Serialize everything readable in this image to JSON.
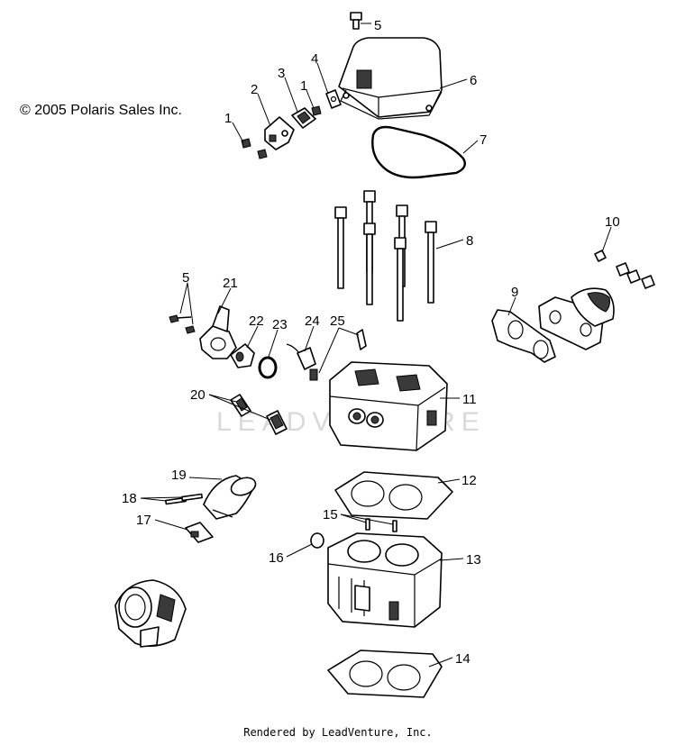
{
  "copyright": "© 2005 Polaris Sales Inc.",
  "footer": "Rendered by LeadVenture, Inc.",
  "watermark": "LEADVENTURE",
  "callouts": [
    {
      "id": "c5a",
      "text": "5"
    },
    {
      "id": "c6",
      "text": "6"
    },
    {
      "id": "c4",
      "text": "4"
    },
    {
      "id": "c3",
      "text": "3"
    },
    {
      "id": "c2",
      "text": "2"
    },
    {
      "id": "c1a",
      "text": "1"
    },
    {
      "id": "c1b",
      "text": "1"
    },
    {
      "id": "c7",
      "text": "7"
    },
    {
      "id": "c8",
      "text": "8"
    },
    {
      "id": "c10",
      "text": "10"
    },
    {
      "id": "c9",
      "text": "9"
    },
    {
      "id": "c5b",
      "text": "5"
    },
    {
      "id": "c21",
      "text": "21"
    },
    {
      "id": "c22",
      "text": "22"
    },
    {
      "id": "c23",
      "text": "23"
    },
    {
      "id": "c24",
      "text": "24"
    },
    {
      "id": "c25",
      "text": "25"
    },
    {
      "id": "c11",
      "text": "11"
    },
    {
      "id": "c20",
      "text": "20"
    },
    {
      "id": "c19",
      "text": "19"
    },
    {
      "id": "c18",
      "text": "18"
    },
    {
      "id": "c17",
      "text": "17"
    },
    {
      "id": "c12",
      "text": "12"
    },
    {
      "id": "c15",
      "text": "15"
    },
    {
      "id": "c16",
      "text": "16"
    },
    {
      "id": "c13",
      "text": "13"
    },
    {
      "id": "c14",
      "text": "14"
    }
  ]
}
